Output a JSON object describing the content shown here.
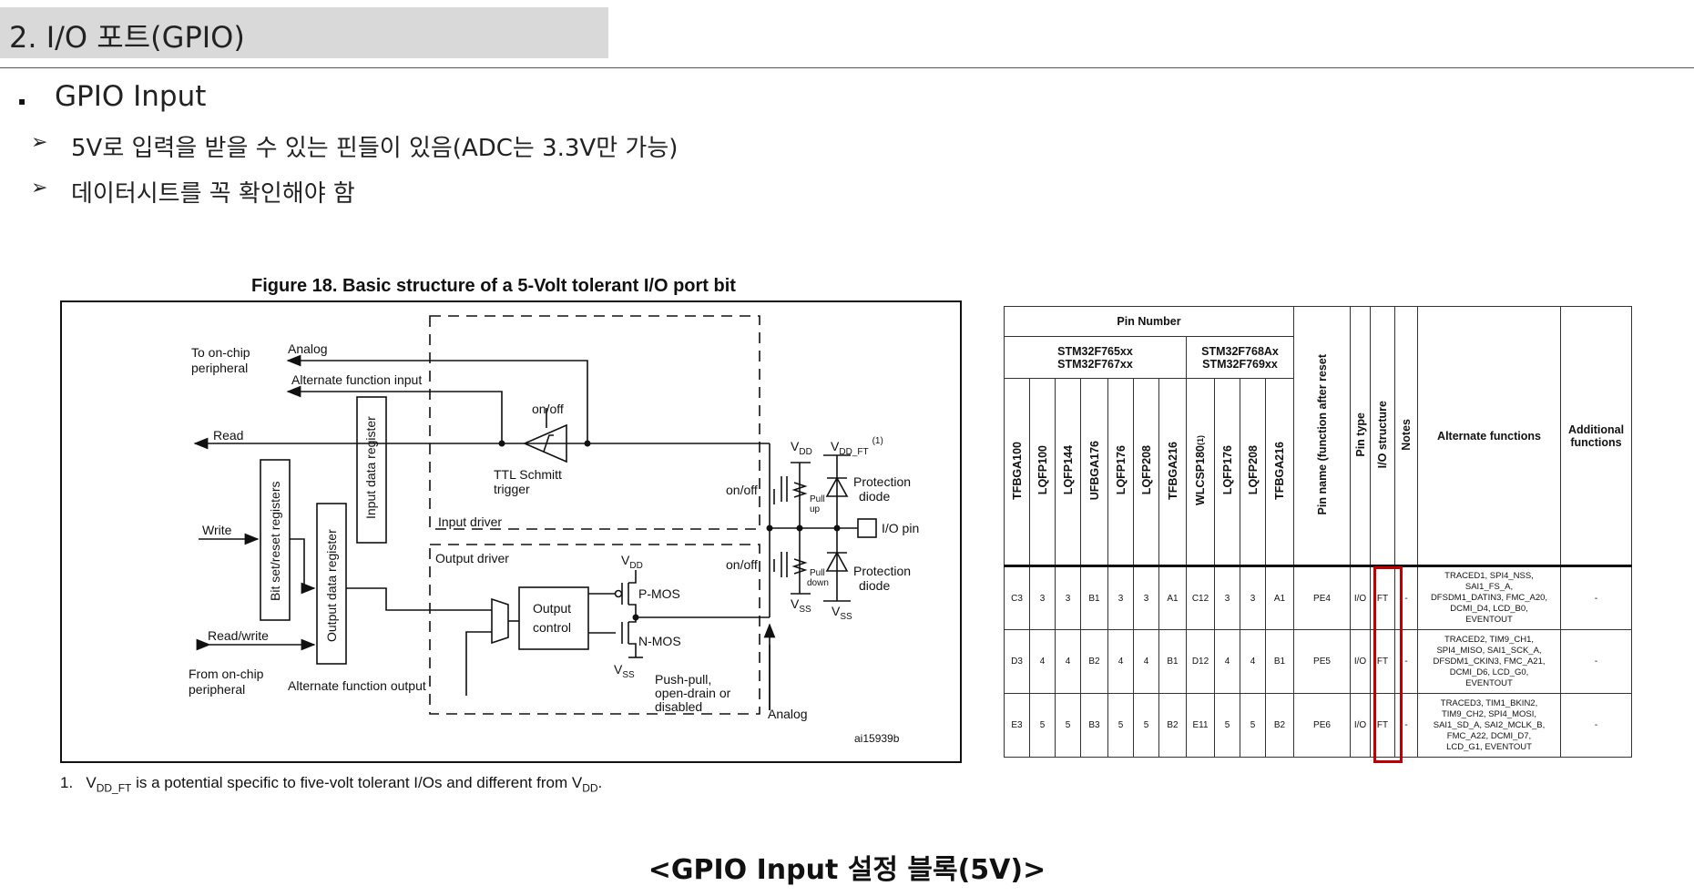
{
  "slide": {
    "title": "2. I/O 포트(GPIO)",
    "bullet_mark": "▪",
    "bullet": "GPIO Input",
    "sub_mark": "➢",
    "sub_items": [
      "5V로 입력을 받을 수 있는 핀들이 있음(ADC는 3.3V만 가능)",
      "데이터시트를 꼭 확인해야 함"
    ],
    "caption": "<GPIO Input 설정 블록(5V)>"
  },
  "figure": {
    "title": "Figure 18. Basic structure of a 5-Volt tolerant I/O port bit",
    "labels": {
      "to_onchip": "To on-chip",
      "peripheral": "peripheral",
      "analog": "Analog",
      "alt_in": "Alternate function input",
      "onoff": "on/off",
      "read": "Read",
      "input_data_register": "Input data register",
      "ttl1": "TTL Schmitt",
      "ttl2": "trigger",
      "bit_set_reset": "Bit set/reset registers",
      "write": "Write",
      "output_data_register": "Output data register",
      "input_driver": "Input driver",
      "output_driver": "Output driver",
      "output": "Output",
      "control": "control",
      "pmos": "P-MOS",
      "nmos": "N-MOS",
      "read_write": "Read/write",
      "from_onchip": "From on-chip",
      "alt_out": "Alternate function output",
      "pushpull1": "Push-pull,",
      "pushpull2": "open-drain or",
      "pushpull3": "disabled",
      "protection": "Protection",
      "diode": "diode",
      "io_pin": "I/O pin",
      "pull": "Pull",
      "up": "up",
      "down": "down",
      "analog_out": "Analog",
      "ai": "ai15939b",
      "v": "V",
      "dd": "DD",
      "ss": "SS",
      "dd_ft": "DD_FT",
      "note": "(1)"
    },
    "footnote": {
      "num": "1.",
      "v": "V",
      "sub1": "DD_FT",
      "text1": " is a potential specific to five-volt tolerant I/Os and different from V",
      "sub2": "DD",
      "end": "."
    }
  },
  "table": {
    "pin_number": "Pin Number",
    "group1": [
      "STM32F765xx",
      "STM32F767xx"
    ],
    "group2": [
      "STM32F768Ax",
      "STM32F769xx"
    ],
    "packages": [
      "TFBGA100",
      "LQFP100",
      "LQFP144",
      "UFBGA176",
      "LQFP176",
      "LQFP208",
      "TFBGA216",
      "WLCSP180",
      "LQFP176",
      "LQFP208",
      "TFBGA216"
    ],
    "pkg_note": "(1)",
    "pin_name": "Pin name (function after reset",
    "pin_type": "Pin type",
    "io_structure": "I/O structure",
    "notes": "Notes",
    "alt_functions": "Alternate functions",
    "additional": [
      "Additional",
      "functions"
    ],
    "rows": [
      {
        "pins": [
          "C3",
          "3",
          "3",
          "B1",
          "3",
          "3",
          "A1",
          "C12",
          "3",
          "3",
          "A1"
        ],
        "name": "PE4",
        "type": "I/O",
        "io": "FT",
        "notes": "-",
        "alt": [
          "TRACED1, SPI4_NSS,",
          "SAI1_FS_A,",
          "DFSDM1_DATIN3, FMC_A20,",
          "DCMI_D4, LCD_B0,",
          "EVENTOUT"
        ],
        "add": "-"
      },
      {
        "pins": [
          "D3",
          "4",
          "4",
          "B2",
          "4",
          "4",
          "B1",
          "D12",
          "4",
          "4",
          "B1"
        ],
        "name": "PE5",
        "type": "I/O",
        "io": "FT",
        "notes": "-",
        "alt": [
          "TRACED2, TIM9_CH1,",
          "SPI4_MISO, SAI1_SCK_A,",
          "DFSDM1_CKIN3, FMC_A21,",
          "DCMI_D6, LCD_G0,",
          "EVENTOUT"
        ],
        "add": "-"
      },
      {
        "pins": [
          "E3",
          "5",
          "5",
          "B3",
          "5",
          "5",
          "B2",
          "E11",
          "5",
          "5",
          "B2"
        ],
        "name": "PE6",
        "type": "I/O",
        "io": "FT",
        "notes": "-",
        "alt": [
          "TRACED3, TIM1_BKIN2,",
          "TIM9_CH2, SPI4_MOSI,",
          "SAI1_SD_A, SAI2_MCLK_B,",
          "FMC_A22, DCMI_D7,",
          "LCD_G1, EVENTOUT"
        ],
        "add": "-"
      }
    ],
    "highlight_color": "#c00000"
  }
}
